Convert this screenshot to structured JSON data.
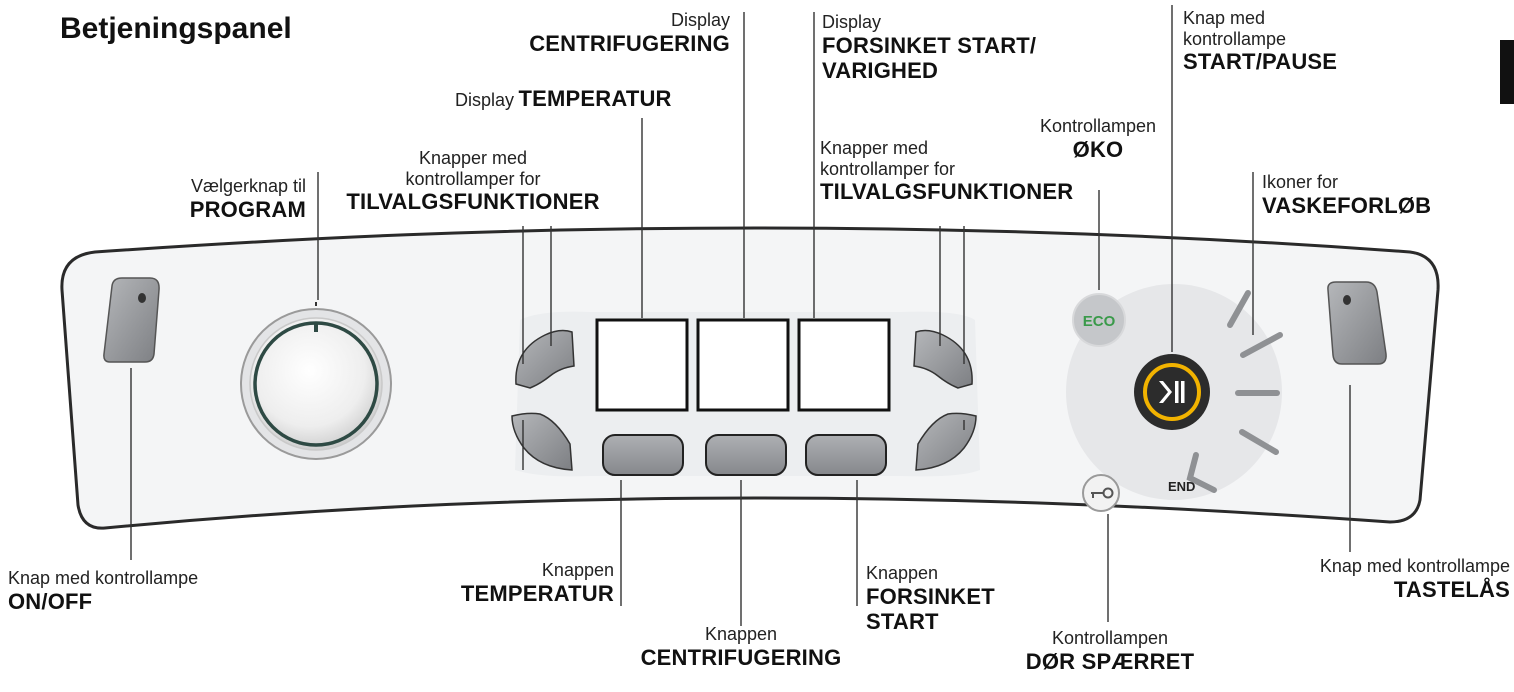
{
  "title": "Betjeningspanel",
  "labels": {
    "display_centrifugering": {
      "small": "Display",
      "big": "CENTRIFUGERING"
    },
    "display_temperatur": {
      "small": "Display",
      "big": "TEMPERATUR"
    },
    "display_forsinket": {
      "small": "Display",
      "big1": "FORSINKET START/",
      "big2": "VARIGHED"
    },
    "start_pause": {
      "small1": "Knap med",
      "small2": "kontrollampe",
      "big": "START/PAUSE"
    },
    "oko_lamp": {
      "small": "Kontrollampen",
      "big": "ØKO"
    },
    "program_knob": {
      "small": "Vælgerknap til",
      "big": "PROGRAM"
    },
    "options_left": {
      "small1": "Knapper med",
      "small2": "kontrollamper for",
      "big": "TILVALGSFUNKTIONER"
    },
    "options_right": {
      "small1": "Knapper med",
      "small2": "kontrollamper for",
      "big": "TILVALGSFUNKTIONER"
    },
    "wash_icons": {
      "small": "Ikoner for",
      "big": "VASKEFORLØB"
    },
    "on_off": {
      "small": "Knap med kontrollampe",
      "big": "ON/OFF"
    },
    "temp_button": {
      "small": "Knappen",
      "big": "TEMPERATUR"
    },
    "spin_button": {
      "small": "Knappen",
      "big": "CENTRIFUGERING"
    },
    "delay_button": {
      "small": "Knappen",
      "big1": "FORSINKET",
      "big2": "START"
    },
    "door_lamp": {
      "small": "Kontrollampen",
      "big": "DØR SPÆRRET"
    },
    "key_lock": {
      "small": "Knap med kontrollampe",
      "big": "TASTELÅS"
    }
  },
  "panel": {
    "eco_label": "ECO",
    "end_label": "END"
  },
  "colors": {
    "accent_ring": "#f2b300",
    "eco_green": "#3a9a4a",
    "button_gray": "#8a8c8f",
    "knob_ring": "#2e4a44",
    "panel_outline": "#2a2a2a"
  }
}
